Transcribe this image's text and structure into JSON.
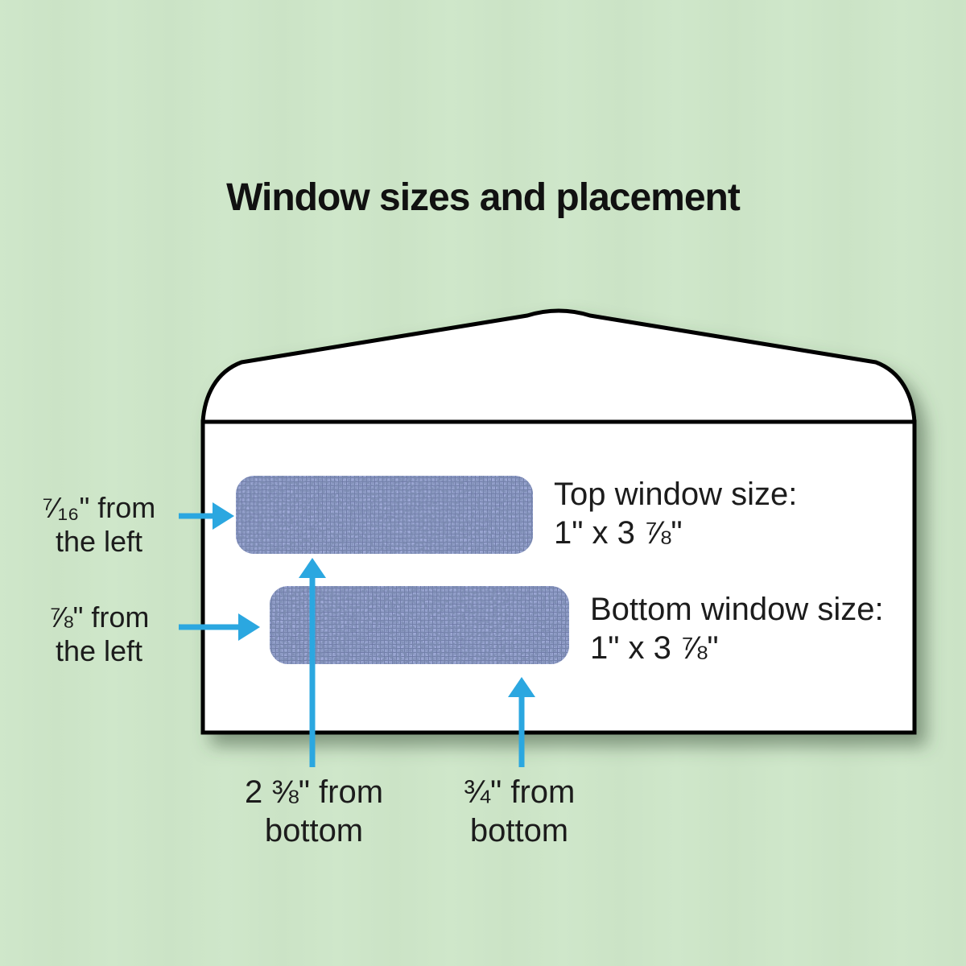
{
  "title": "Window sizes and placement",
  "diagram_type": "double-window envelope specification",
  "labels": {
    "top_window_left": {
      "line1": "⁷⁄₁₆\" from",
      "line2": "the left"
    },
    "bottom_window_left": {
      "line1": "⅞\" from",
      "line2": "the left"
    },
    "top_window_size": {
      "line1": "Top window size:",
      "line2": "1\" x 3 ⅞\""
    },
    "bottom_window_size": {
      "line1": "Bottom window size:",
      "line2": "1\" x 3 ⅞\""
    },
    "top_window_bottom": {
      "line1": "2 ⅜\" from",
      "line2": "bottom"
    },
    "bottom_window_bottom": {
      "line1": "¾\" from",
      "line2": "bottom"
    }
  },
  "colors": {
    "background": "#cde6c8",
    "envelope_fill": "#ffffff",
    "outline": "#000000",
    "window_fill": "#9ea9d6",
    "window_hatch": "#3e4a76",
    "arrow": "#2ba7e0",
    "text": "#1c1c1c",
    "shadow": "#41573f"
  }
}
